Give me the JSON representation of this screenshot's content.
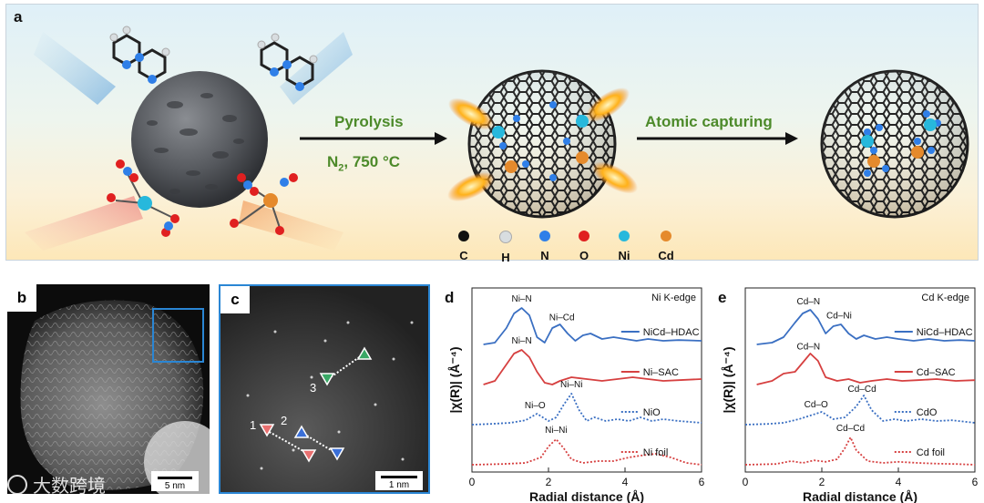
{
  "panel_a": {
    "label": "a",
    "step1": "Pyrolysis",
    "step1_cond": "N",
    "step1_sub": "2",
    "step1_temp": ", 750 °C",
    "step2": "Atomic capturing",
    "legend": [
      {
        "label": "C",
        "color": "#111111"
      },
      {
        "label": "H",
        "color": "#d8dde0"
      },
      {
        "label": "N",
        "color": "#2f7fe8"
      },
      {
        "label": "O",
        "color": "#e02020"
      },
      {
        "label": "Ni",
        "color": "#27b8dc"
      },
      {
        "label": "Cd",
        "color": "#e58a2c"
      }
    ]
  },
  "panel_b": {
    "label": "b",
    "scale": "5 nm"
  },
  "panel_c": {
    "label": "c",
    "scale": "1 nm",
    "markers": [
      "1",
      "2",
      "3"
    ]
  },
  "watermark": "大数跨境",
  "chart_data": [
    {
      "type": "line",
      "panel": "d",
      "title": "Ni K-edge",
      "xlabel": "Radial distance (Å)",
      "ylabel": "|χ(R)| (Å⁻⁴)",
      "xlim": [
        0,
        6
      ],
      "xticks": [
        0,
        2,
        4,
        6
      ],
      "series": [
        {
          "name": "NiCd–HDAC",
          "color": "#3a6fc2",
          "style": "solid",
          "offset": 3.0,
          "x": [
            0.3,
            0.6,
            0.9,
            1.1,
            1.3,
            1.5,
            1.7,
            1.9,
            2.1,
            2.3,
            2.5,
            2.7,
            2.9,
            3.1,
            3.4,
            3.7,
            4.0,
            4.3,
            4.6,
            5.0,
            5.4,
            6.0
          ],
          "y": [
            0.0,
            0.05,
            0.45,
            0.85,
            1.0,
            0.8,
            0.2,
            0.05,
            0.45,
            0.55,
            0.3,
            0.1,
            0.25,
            0.3,
            0.15,
            0.2,
            0.15,
            0.1,
            0.15,
            0.1,
            0.12,
            0.1
          ],
          "labels": [
            {
              "text": "Ni–N",
              "x": 1.3
            },
            {
              "text": "Ni–Cd",
              "x": 2.35
            }
          ]
        },
        {
          "name": "Ni–SAC",
          "color": "#d64040",
          "style": "solid",
          "offset": 2.0,
          "x": [
            0.3,
            0.6,
            0.9,
            1.1,
            1.3,
            1.5,
            1.7,
            1.9,
            2.1,
            2.3,
            2.6,
            3.0,
            3.4,
            3.8,
            4.2,
            4.6,
            5.0,
            5.4,
            6.0
          ],
          "y": [
            0.0,
            0.1,
            0.55,
            0.85,
            0.95,
            0.75,
            0.35,
            0.05,
            0.0,
            0.1,
            0.2,
            0.15,
            0.1,
            0.15,
            0.2,
            0.15,
            0.1,
            0.12,
            0.15
          ],
          "labels": [
            {
              "text": "Ni–N",
              "x": 1.3
            }
          ]
        },
        {
          "name": "NiO",
          "color": "#3a6fc2",
          "style": "dotted",
          "offset": 1.0,
          "x": [
            0.0,
            0.5,
            1.0,
            1.4,
            1.7,
            2.0,
            2.2,
            2.4,
            2.6,
            2.8,
            3.0,
            3.2,
            3.5,
            3.8,
            4.1,
            4.4,
            4.7,
            5.0,
            5.4,
            6.0
          ],
          "y": [
            0.0,
            0.02,
            0.05,
            0.12,
            0.3,
            0.1,
            0.2,
            0.55,
            0.85,
            0.4,
            0.1,
            0.2,
            0.1,
            0.15,
            0.1,
            0.2,
            0.1,
            0.15,
            0.1,
            0.05
          ],
          "labels": [
            {
              "text": "Ni–O",
              "x": 1.65
            },
            {
              "text": "Ni–Ni",
              "x": 2.6
            }
          ]
        },
        {
          "name": "Ni foil",
          "color": "#d64040",
          "style": "dotted",
          "offset": 0.0,
          "x": [
            0.0,
            0.8,
            1.4,
            1.8,
            2.0,
            2.2,
            2.4,
            2.6,
            2.9,
            3.3,
            3.7,
            4.1,
            4.4,
            4.8,
            5.2,
            5.6,
            6.0
          ],
          "y": [
            0.0,
            0.02,
            0.05,
            0.2,
            0.5,
            0.7,
            0.45,
            0.15,
            0.05,
            0.1,
            0.1,
            0.2,
            0.25,
            0.3,
            0.2,
            0.05,
            0.0
          ],
          "labels": [
            {
              "text": "Ni–Ni",
              "x": 2.2
            }
          ]
        }
      ]
    },
    {
      "type": "line",
      "panel": "e",
      "title": "Cd K-edge",
      "xlabel": "Radial distance (Å)",
      "ylabel": "|χ(R)| (Å⁻⁴)",
      "xlim": [
        0,
        6
      ],
      "xticks": [
        0,
        2,
        4,
        6
      ],
      "series": [
        {
          "name": "NiCd–HDAC",
          "color": "#3a6fc2",
          "style": "solid",
          "offset": 3.0,
          "x": [
            0.3,
            0.7,
            1.0,
            1.3,
            1.5,
            1.7,
            1.9,
            2.1,
            2.3,
            2.5,
            2.7,
            2.9,
            3.1,
            3.4,
            3.7,
            4.0,
            4.4,
            4.8,
            5.2,
            5.6,
            6.0
          ],
          "y": [
            0.0,
            0.05,
            0.2,
            0.6,
            0.85,
            0.95,
            0.7,
            0.3,
            0.5,
            0.55,
            0.3,
            0.15,
            0.25,
            0.15,
            0.2,
            0.15,
            0.1,
            0.15,
            0.1,
            0.12,
            0.1
          ],
          "labels": [
            {
              "text": "Cd–N",
              "x": 1.65
            },
            {
              "text": "Cd–Ni",
              "x": 2.45
            }
          ]
        },
        {
          "name": "Cd–SAC",
          "color": "#d64040",
          "style": "solid",
          "offset": 2.0,
          "x": [
            0.3,
            0.7,
            1.0,
            1.3,
            1.5,
            1.7,
            1.9,
            2.1,
            2.4,
            2.7,
            3.0,
            3.3,
            3.7,
            4.1,
            4.5,
            5.0,
            5.5,
            6.0
          ],
          "y": [
            0.0,
            0.1,
            0.3,
            0.35,
            0.6,
            0.85,
            0.65,
            0.2,
            0.1,
            0.15,
            0.05,
            0.1,
            0.15,
            0.1,
            0.12,
            0.15,
            0.1,
            0.12
          ],
          "labels": [
            {
              "text": "Cd–N",
              "x": 1.65
            }
          ]
        },
        {
          "name": "CdO",
          "color": "#3a6fc2",
          "style": "dotted",
          "offset": 1.0,
          "x": [
            0.0,
            0.6,
            1.0,
            1.4,
            1.7,
            2.0,
            2.3,
            2.6,
            2.9,
            3.1,
            3.3,
            3.6,
            3.9,
            4.2,
            4.6,
            5.0,
            5.4,
            6.0
          ],
          "y": [
            0.0,
            0.02,
            0.05,
            0.15,
            0.25,
            0.35,
            0.15,
            0.2,
            0.5,
            0.8,
            0.4,
            0.1,
            0.15,
            0.1,
            0.15,
            0.1,
            0.12,
            0.05
          ],
          "labels": [
            {
              "text": "Cd–O",
              "x": 1.85
            },
            {
              "text": "Cd–Cd",
              "x": 3.05
            }
          ]
        },
        {
          "name": "Cd foil",
          "color": "#d64040",
          "style": "dotted",
          "offset": 0.0,
          "x": [
            0.0,
            0.8,
            1.2,
            1.5,
            1.8,
            2.1,
            2.4,
            2.6,
            2.75,
            2.9,
            3.2,
            3.6,
            4.0,
            4.5,
            5.0,
            5.5,
            6.0
          ],
          "y": [
            0.0,
            0.02,
            0.1,
            0.05,
            0.12,
            0.08,
            0.15,
            0.45,
            0.75,
            0.4,
            0.1,
            0.05,
            0.08,
            0.05,
            0.03,
            0.02,
            0.0
          ],
          "labels": [
            {
              "text": "Cd–Cd",
              "x": 2.75
            }
          ]
        }
      ]
    }
  ]
}
